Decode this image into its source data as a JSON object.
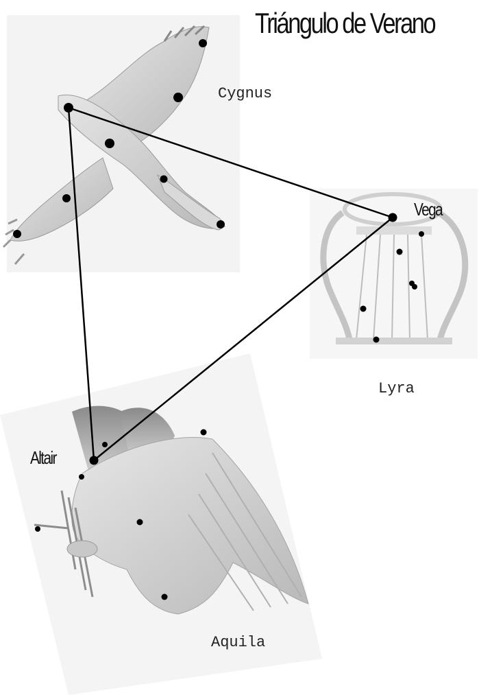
{
  "title": "Triángulo de Verano",
  "constellations": {
    "cygnus": {
      "label": "Cygnus"
    },
    "lyra": {
      "label": "Lyra"
    },
    "aquila": {
      "label": "Aquila"
    }
  },
  "stars": {
    "vega": {
      "label": "Vega"
    },
    "altair": {
      "label": "Altair"
    }
  },
  "colors": {
    "line": "#000000",
    "star": "#000000",
    "figure": "#bfbfbf"
  }
}
